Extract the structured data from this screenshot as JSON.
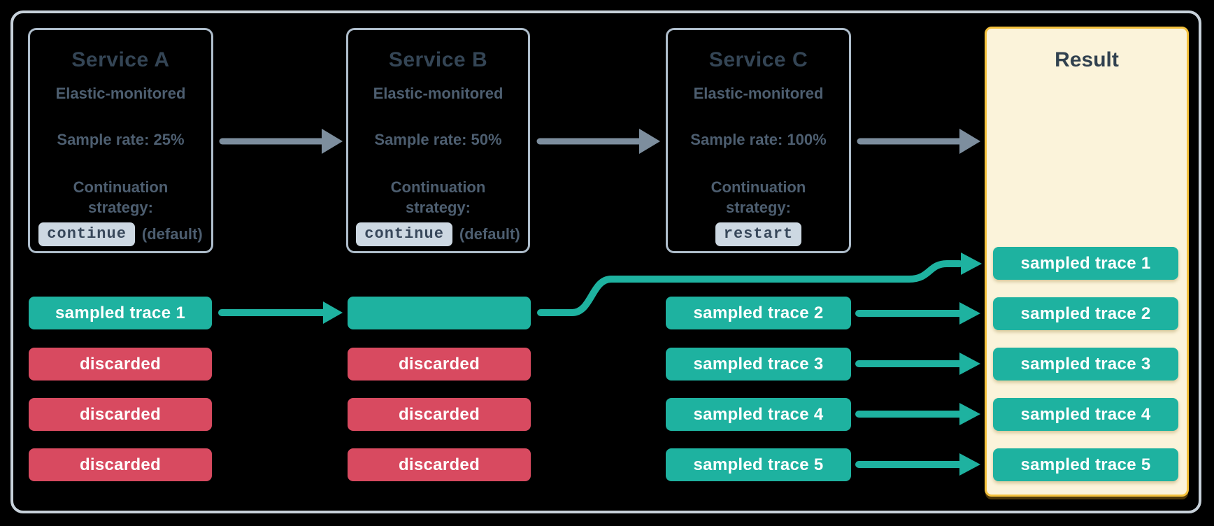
{
  "colors": {
    "background": "#000000",
    "outer_border": "#c7d1da",
    "service_border": "#aebdcb",
    "teal_sampled": "#1eb2a0",
    "red_discarded": "#d84a60",
    "gray_arrow": "#7d8e9e",
    "result_bg": "#fbf3da",
    "result_border": "#f4c13c",
    "title_text": "#344555",
    "body_text": "#4d5e70",
    "chip_bg": "#cdd8e2",
    "chip_text": "#37475a",
    "pill_text": "#ffffff"
  },
  "services": [
    {
      "title": "Service A",
      "monitoring": "Elastic-monitored",
      "sample_rate": "Sample rate: 25%",
      "continuation_label": "Continuation strategy:",
      "strategy_code": "continue",
      "strategy_note": "(default)"
    },
    {
      "title": "Service B",
      "monitoring": "Elastic-monitored",
      "sample_rate": "Sample rate: 50%",
      "continuation_label": "Continuation strategy:",
      "strategy_code": "continue",
      "strategy_note": "(default)"
    },
    {
      "title": "Service C",
      "monitoring": "Elastic-monitored",
      "sample_rate": "Sample rate: 100%",
      "continuation_label": "Continuation strategy:",
      "strategy_code": "restart",
      "strategy_note": ""
    }
  ],
  "trace_rows": {
    "service_a": [
      {
        "label": "sampled trace 1",
        "type": "sampled"
      },
      {
        "label": "discarded",
        "type": "discarded"
      },
      {
        "label": "discarded",
        "type": "discarded"
      },
      {
        "label": "discarded",
        "type": "discarded"
      }
    ],
    "service_b": [
      {
        "label": "",
        "type": "sampled"
      },
      {
        "label": "discarded",
        "type": "discarded"
      },
      {
        "label": "discarded",
        "type": "discarded"
      },
      {
        "label": "discarded",
        "type": "discarded"
      }
    ],
    "service_c": [
      {
        "label": "sampled trace 2",
        "type": "sampled"
      },
      {
        "label": "sampled trace 3",
        "type": "sampled"
      },
      {
        "label": "sampled trace 4",
        "type": "sampled"
      },
      {
        "label": "sampled trace 5",
        "type": "sampled"
      }
    ]
  },
  "result": {
    "title": "Result",
    "pills": [
      "sampled trace 1",
      "sampled trace 2",
      "sampled trace 3",
      "sampled trace 4",
      "sampled trace 5"
    ]
  }
}
